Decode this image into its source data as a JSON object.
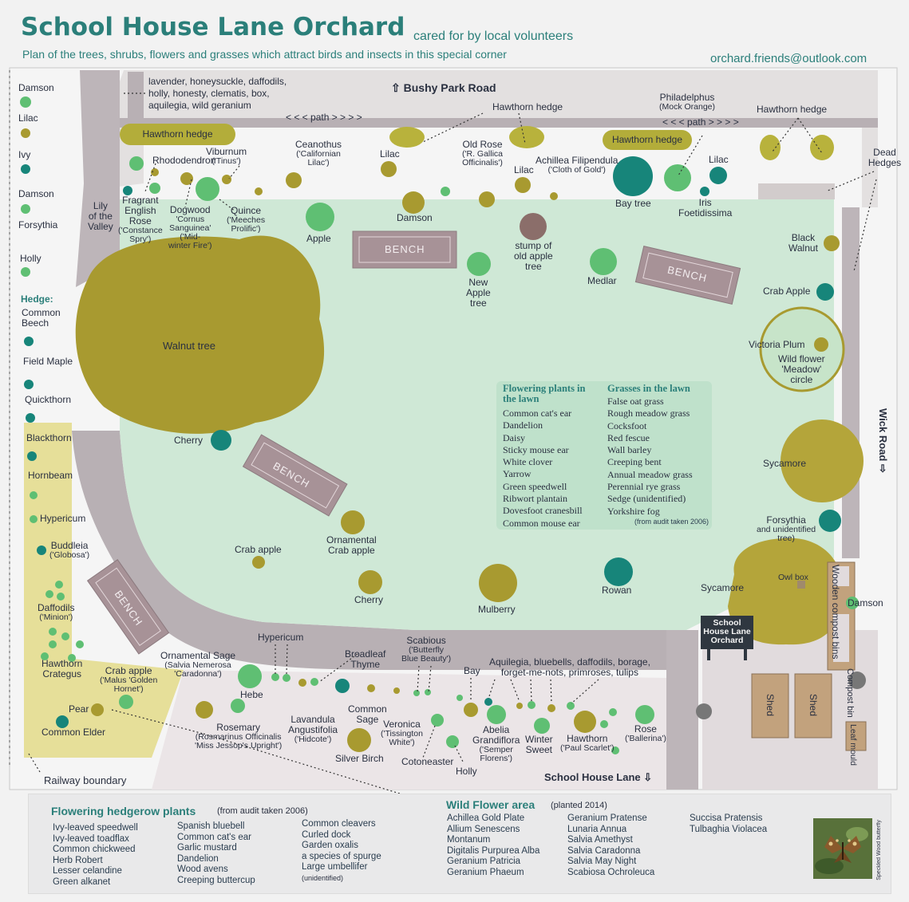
{
  "header": {
    "title": "School House Lane Orchard",
    "subtitle": "cared for by local volunteers",
    "description": "Plan of the trees, shrubs, flowers and grasses which attract birds and insects in this special corner",
    "email": "orchard.friends@outlook.com"
  },
  "roads": {
    "north": "Bushy Park Road",
    "east": "Wick Road",
    "south": "School House Lane",
    "west": "Railway boundary"
  },
  "paths": {
    "north_left": "< < < path > > > >",
    "north_right": "< < < path > > > >"
  },
  "hedges": {
    "hedge_left": "Hawthorn hedge",
    "hedge_middle": "Hawthorn hedge",
    "hedge_right_box": "Hawthorn hedge",
    "hedge_far_right": "Hawthorn hedge",
    "dead_hedges": "Dead Hedges"
  },
  "top_note": {
    "lines": [
      "lavender, honeysuckle, daffodils,",
      "holly, honesty, clematis, box,",
      "aquilegia, wild geranium"
    ]
  },
  "west_column": {
    "items": [
      "Damson",
      "Lilac",
      "Ivy",
      "Damson",
      "Forsythia",
      "Holly"
    ],
    "hedge_title": "Hedge:",
    "hedge_items": [
      "Common Beech",
      "Field Maple",
      "Quickthorn",
      "Blackthorn",
      "Hornbeam"
    ]
  },
  "plants": {
    "rhododendron": "Rhododendron",
    "viburnum": "Viburnum",
    "viburnum_var": "('Tinus')",
    "ceanothus": "Ceanothus",
    "ceanothus_var1": "('Californian",
    "ceanothus_var2": "Lilac')",
    "lilac_top": "Lilac",
    "old_rose": "Old Rose",
    "old_rose_var1": "('R. Gallica",
    "old_rose_var2": "Officinalis')",
    "lilac_mid": "Lilac",
    "achillea": "Achillea Filipendula",
    "achillea_var": "('Cloth of Gold')",
    "philadelphus": "Philadelphus",
    "philadelphus_var": "(Mock Orange)",
    "lilac_right": "Lilac",
    "bay_tree": "Bay tree",
    "iris1": "Iris",
    "iris2": "Foetidissima",
    "lily1": "Lily",
    "lily2": "of the",
    "lily3": "Valley",
    "rose1": "Fragrant",
    "rose2": "English",
    "rose3": "Rose",
    "rose4": "('Constance",
    "rose5": "Spry')",
    "dogwood": "Dogwood",
    "dogwood_v1": "'Cornus",
    "dogwood_v2": "Sanguinea'",
    "dogwood_v3": "('Mid-",
    "dogwood_v4": "winter Fire')",
    "quince": "Quince",
    "quince_v1": "('Meeches",
    "quince_v2": "Prolific')",
    "apple": "Apple",
    "damson_mid": "Damson",
    "stump1": "stump of",
    "stump2": "old apple",
    "stump3": "tree",
    "new_apple1": "New",
    "new_apple2": "Apple",
    "new_apple3": "tree",
    "medlar": "Medlar",
    "black_walnut1": "Black",
    "black_walnut2": "Walnut",
    "crab_apple_right": "Crab Apple",
    "victoria_plum": "Victoria Plum",
    "meadow1": "Wild flower",
    "meadow2": "'Meadow'",
    "meadow3": "circle",
    "walnut_tree": "Walnut tree",
    "cherry_left": "Cherry",
    "sycamore_upper": "Sycamore",
    "forsythia_right": "Forsythia",
    "forsythia_note1": "and unidentified",
    "forsythia_note2": "tree)",
    "ornamental_crab1": "Ornamental",
    "ornamental_crab2": "Crab apple",
    "crab_apple_mid": "Crab apple",
    "cherry_mid": "Cherry",
    "mulberry": "Mulberry",
    "rowan": "Rowan",
    "sycamore_lower": "Sycamore",
    "owl_box": "Owl box",
    "damson_right": "Damson",
    "hypericum_left": "Hypericum",
    "buddleia": "Buddleia",
    "buddleia_var": "('Globosa')",
    "daffodils": "Daffodils",
    "daffodils_var": "('Minion')",
    "hawthorn_crat1": "Hawthorn",
    "hawthorn_crat2": "Crategus",
    "crab_apple_sw": "Crab apple",
    "crab_apple_sw_v1": "('Malus 'Golden",
    "crab_apple_sw_v2": "Hornet')",
    "pear": "Pear",
    "common_elder": "Common Elder",
    "ornamental_sage1": "Ornamental Sage",
    "ornamental_sage2": "(Salvia Nemerosa",
    "ornamental_sage3": "'Caradonna')",
    "hypericum_bottom": "Hypericum",
    "hebe": "Hebe",
    "rosemary1": "Rosemary",
    "rosemary2": "(Rosmarinus Officinalis",
    "rosemary3": "'Miss Jessop's Upright')",
    "lavandula1": "Lavandula",
    "lavandula2": "Angustifolia",
    "lavandula3": "('Hidcote')",
    "broadleaf1": "Broadleaf",
    "broadleaf2": "Thyme",
    "common_sage1": "Common",
    "common_sage2": "Sage",
    "silver_birch": "Silver Birch",
    "veronica1": "Veronica",
    "veronica2": "('Tissington",
    "veronica3": "White')",
    "scabious1": "Scabious",
    "scabious2": "('Butterfly",
    "scabious3": "Blue Beauty')",
    "cotoneaster": "Cotoneaster",
    "holly_bottom": "Holly",
    "bay_bottom": "Bay",
    "aquilegia1": "Aquilegia, bluebells, daffodils, borage,",
    "aquilegia2": "forget-me-nots, primroses, tulips",
    "abelia1": "Abelia",
    "abelia2": "Grandiflora",
    "abelia3": "('Semper",
    "abelia4": "Florens')",
    "winter_sweet1": "Winter",
    "winter_sweet2": "Sweet",
    "hawthorn_paul1": "Hawthorn",
    "hawthorn_paul2": "('Paul Scarlet')",
    "rose_bottom1": "Rose",
    "rose_bottom2": "('Ballerina')"
  },
  "structures": {
    "bench": "BENCH",
    "sign1": "School",
    "sign2": "House Lane",
    "sign3": "Orchard",
    "shed": "Shed",
    "compost_bins": "Wooden compost bins",
    "compost_bin1": "Compost",
    "compost_bin2": "bin",
    "leaf_mould1": "Leaf",
    "leaf_mould2": "mould"
  },
  "lawn_box": {
    "flowering_title1": "Flowering plants in",
    "flowering_title2": "the lawn",
    "flowering": [
      "Common cat's ear",
      "Dandelion",
      "Daisy",
      "Sticky mouse ear",
      "White clover",
      "Yarrow",
      "Green speedwell",
      "Ribwort plantain",
      "Dovesfoot cranesbill",
      "Common mouse ear"
    ],
    "grasses_title": "Grasses in the lawn",
    "grasses": [
      "False oat grass",
      "Rough meadow grass",
      "Cocksfoot",
      "Red fescue",
      "Wall barley",
      "Creeping bent",
      "Annual meadow grass",
      "Perennial rye grass",
      "Sedge (unidentified)",
      "Yorkshire fog"
    ],
    "audit_note": "(from audit taken 2006)"
  },
  "footer": {
    "hedgerow_title": "Flowering hedgerow plants",
    "hedgerow_note": "(from audit taken 2006)",
    "hedgerow_col1": [
      "Ivy-leaved speedwell",
      "Ivy-leaved toadflax",
      "Common chickweed",
      "Herb Robert",
      "Lesser celandine",
      "Green alkanet"
    ],
    "hedgerow_col2": [
      "Spanish bluebell",
      "Common cat's ear",
      "Garlic mustard",
      "Dandelion",
      "Wood avens",
      "Creeping buttercup"
    ],
    "hedgerow_col3": [
      "Common cleavers",
      "Curled dock",
      "Garden oxalis",
      "a species of spurge",
      "Large umbellifer"
    ],
    "hedgerow_col3_note": "(unidentified)",
    "wildflower_title": "Wild Flower area",
    "wildflower_note": "(planted 2014)",
    "wildflower_col1": [
      "Achillea Gold Plate",
      "Allium Senescens",
      "Montanum",
      "Digitalis Purpurea Alba",
      "Geranium Patricia",
      "Geranium Phaeum"
    ],
    "wildflower_col2": [
      "Geranium Pratense",
      "Lunaria Annua",
      "Salvia Amethyst",
      "Salvia Caradonna",
      "Salvia May Night",
      "Scabiosa Ochroleuca"
    ],
    "wildflower_col3": [
      "Succisa Pratensis",
      "Tulbaghia Violacea"
    ],
    "photo_caption": "Speckled Wood butterfly"
  },
  "colors": {
    "title_teal": "#2b7f7a",
    "lawn": "#cfe8d6",
    "path_grey": "#b6adb2",
    "olive_tree": "#a89a30",
    "green_tree": "#5fbf73",
    "teal_tree": "#17857a",
    "hedge_olive": "#b8b23c",
    "sidebar_yellow": "#e8e19a"
  }
}
